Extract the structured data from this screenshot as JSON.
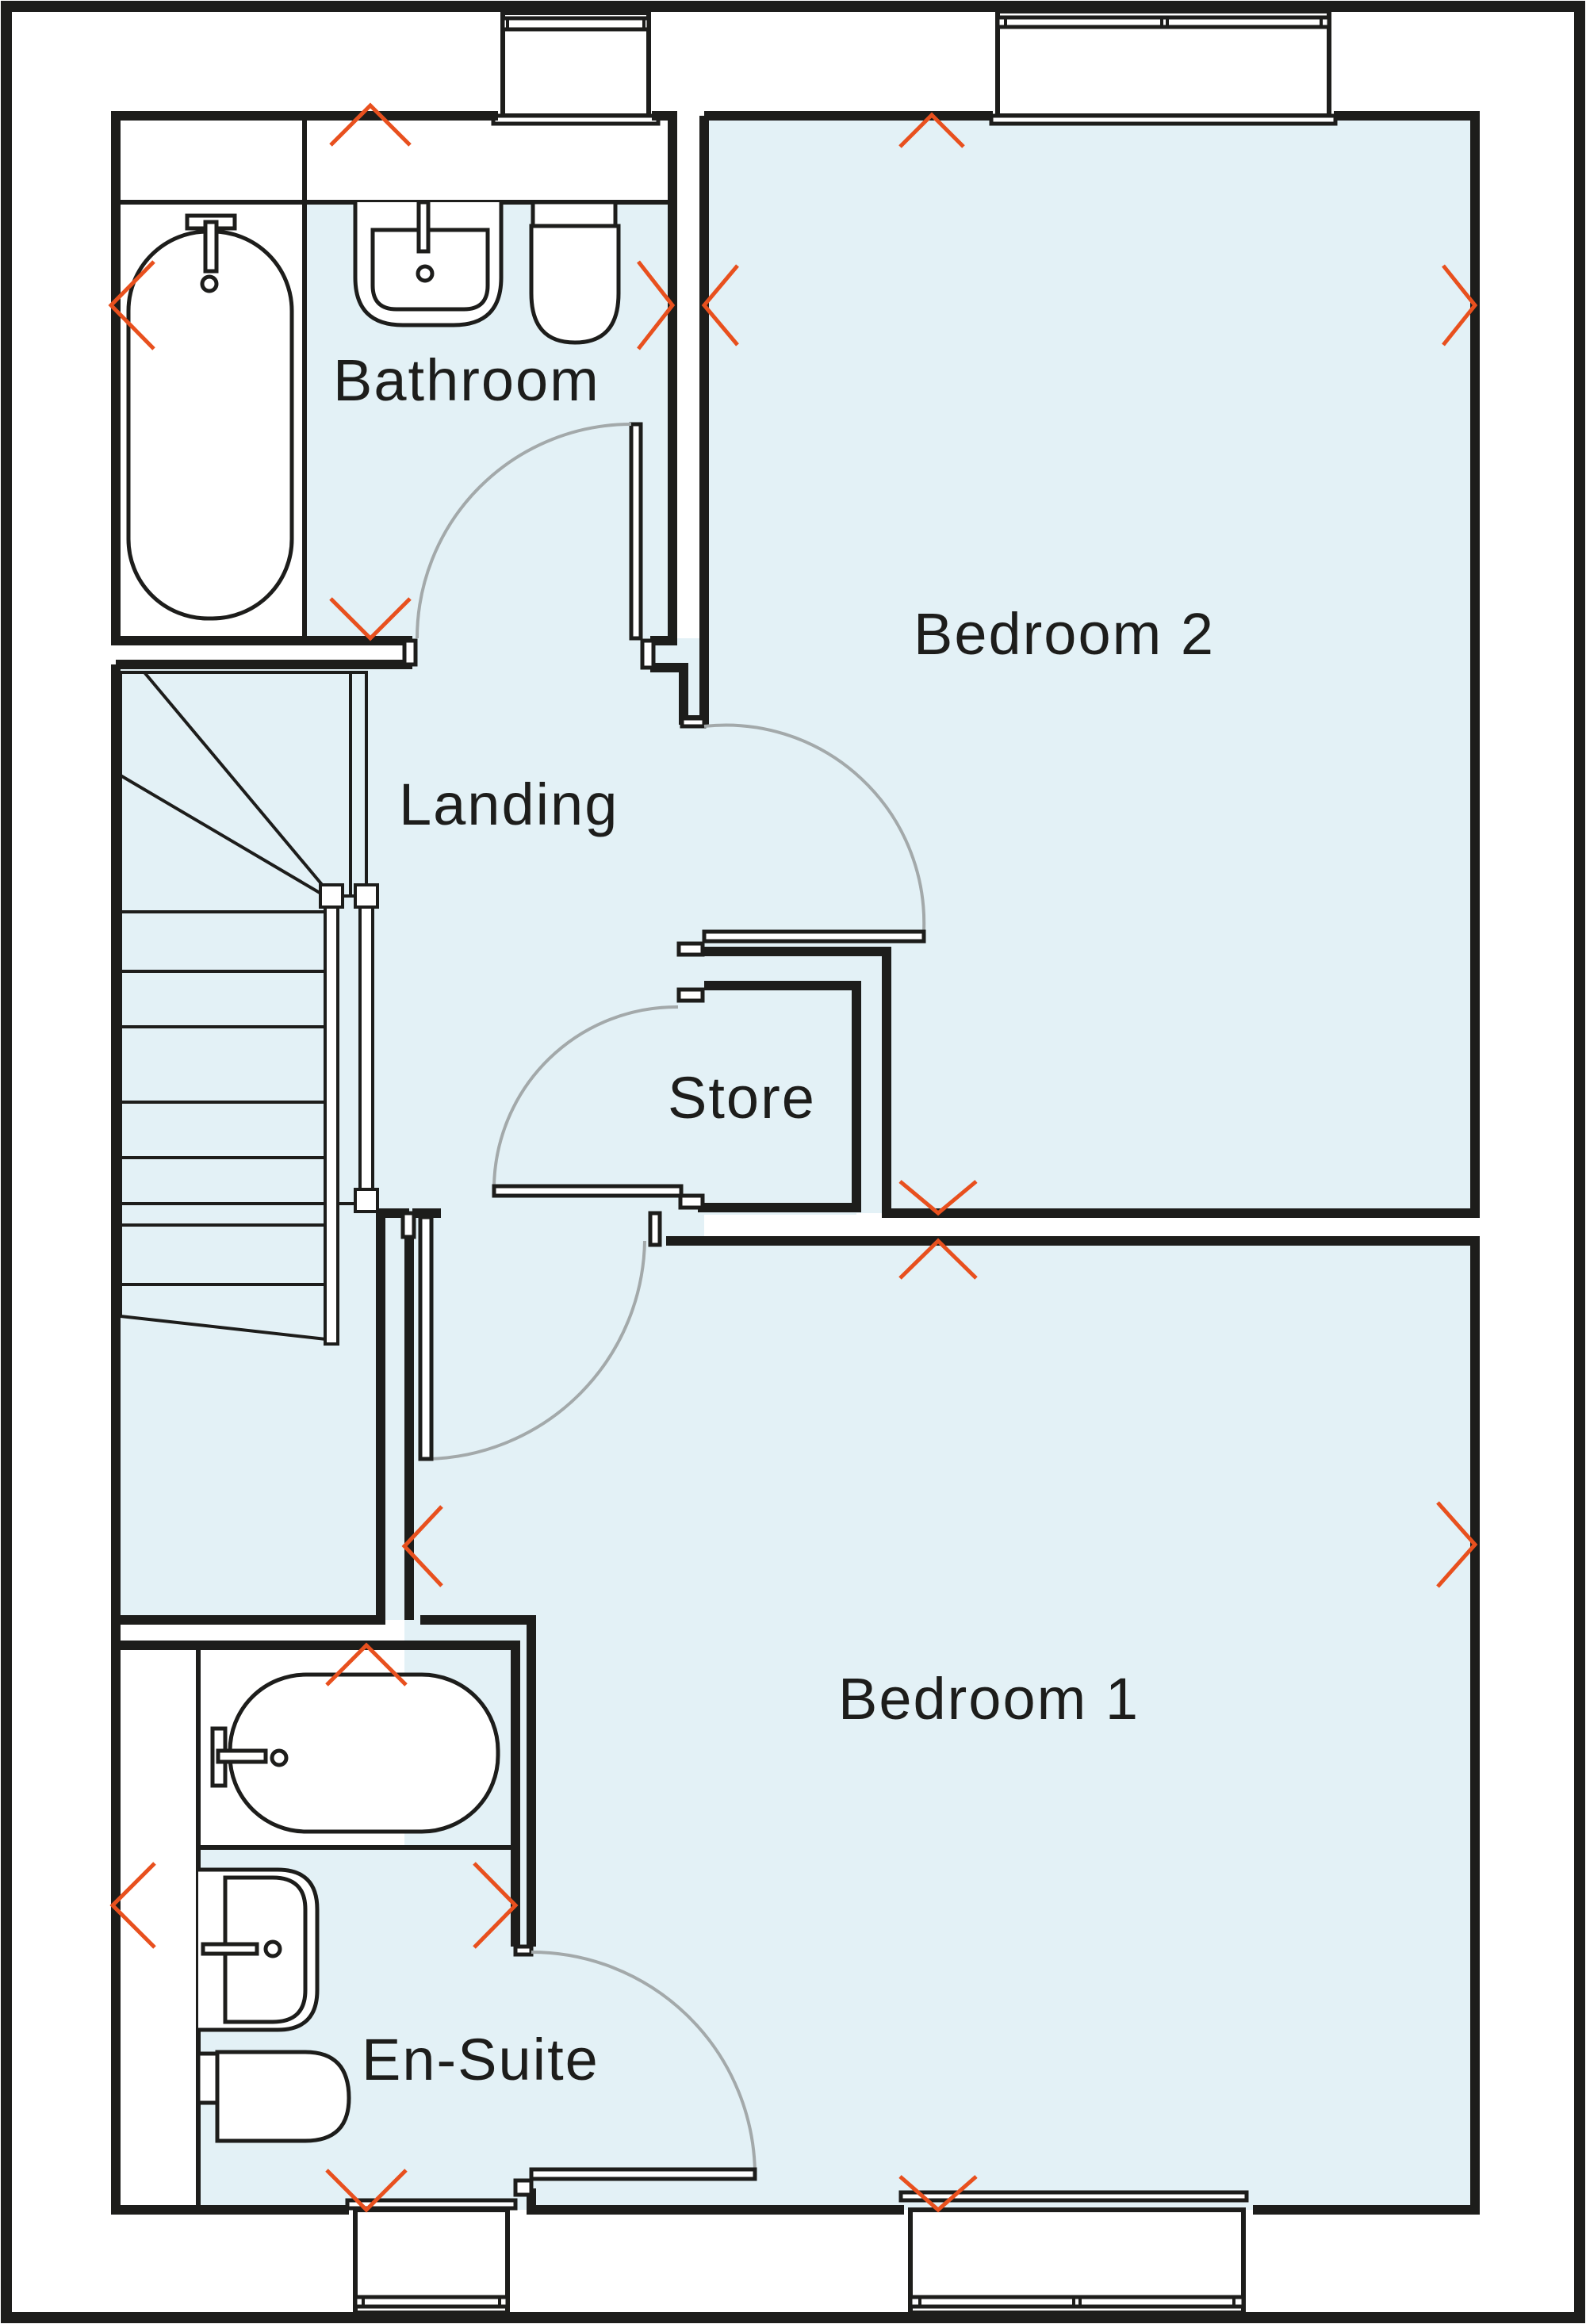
{
  "plan": {
    "colors": {
      "room_fill": "#e3f1f6",
      "wall": "#1d1d1b",
      "marker": "#e8501e",
      "door_swing": "#a3a9aa",
      "background": "#ffffff"
    },
    "rooms": [
      {
        "id": "bathroom",
        "label": "Bathroom"
      },
      {
        "id": "bedroom-2",
        "label": "Bedroom 2"
      },
      {
        "id": "landing",
        "label": "Landing"
      },
      {
        "id": "store",
        "label": "Store"
      },
      {
        "id": "bedroom-1",
        "label": "Bedroom 1"
      },
      {
        "id": "en-suite",
        "label": "En-Suite"
      }
    ],
    "fixtures": [
      {
        "room": "bathroom",
        "items": [
          "bath",
          "basin",
          "toilet"
        ]
      },
      {
        "room": "en-suite",
        "items": [
          "bath",
          "basin",
          "toilet"
        ]
      },
      {
        "room": "landing",
        "items": [
          "staircase"
        ]
      }
    ],
    "windows": [
      "bathroom-window",
      "bedroom-2-window",
      "en-suite-window",
      "bedroom-1-window"
    ],
    "doors": [
      "bathroom-door",
      "bedroom-2-door",
      "store-door",
      "bedroom-1-door",
      "en-suite-door"
    ]
  }
}
